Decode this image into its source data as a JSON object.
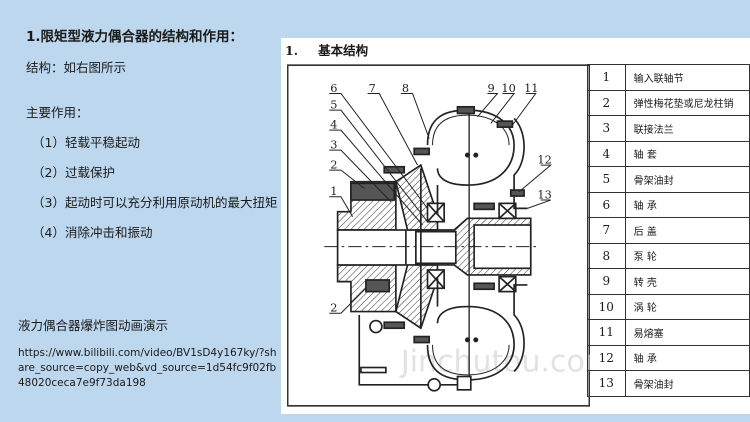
{
  "left": {
    "title": "1.限矩型液力偶合器的结构和作用：",
    "structure": "结构：如右图所示",
    "functions_heading": "主要作用：",
    "functions": [
      "（1）轻载平稳起动",
      "（2）过载保护",
      "（3）起动时可以充分利用原动机的最大扭矩",
      "（4）消除冲击和振动"
    ],
    "animation_label": "液力偶合器爆炸图动画演示",
    "url": "https://www.bilibili.com/video/BV1sD4y167ky/?share_source=copy_web&vd_source=1d54fc9f02fb48020ceca7e9f73da198"
  },
  "figure": {
    "number": "1.",
    "title": "基本结构",
    "callouts": [
      "1",
      "2",
      "3",
      "4",
      "5",
      "6",
      "7",
      "8",
      "9",
      "10",
      "11",
      "12",
      "13"
    ],
    "watermark": "Jinchutou.com",
    "parts": [
      {
        "no": "1",
        "name": "输入联轴节"
      },
      {
        "no": "2",
        "name": "弹性梅花垫或尼龙柱销"
      },
      {
        "no": "3",
        "name": "联接法兰"
      },
      {
        "no": "4",
        "name": "轴 套"
      },
      {
        "no": "5",
        "name": "骨架油封"
      },
      {
        "no": "6",
        "name": "轴 承"
      },
      {
        "no": "7",
        "name": "后 盖"
      },
      {
        "no": "8",
        "name": "泵 轮"
      },
      {
        "no": "9",
        "name": "转 壳"
      },
      {
        "no": "10",
        "name": "涡 轮"
      },
      {
        "no": "11",
        "name": "易熔塞"
      },
      {
        "no": "12",
        "name": "轴 承"
      },
      {
        "no": "13",
        "name": "骨架油封"
      }
    ]
  }
}
